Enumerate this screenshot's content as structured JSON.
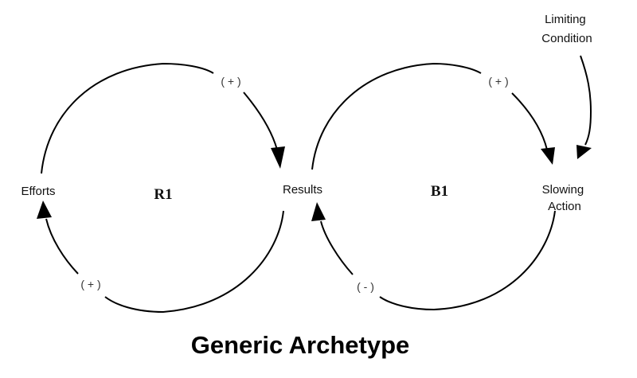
{
  "title": "Generic Archetype",
  "loops": [
    {
      "id": "R1",
      "type": "reinforcing"
    },
    {
      "id": "B1",
      "type": "balancing"
    }
  ],
  "nodes": {
    "efforts": [
      "Efforts"
    ],
    "results": [
      "Results"
    ],
    "slowing_action": [
      "Slowing",
      "Action"
    ],
    "limiting_condition": [
      "Limiting",
      "Condition"
    ]
  },
  "links": [
    {
      "from": "Efforts",
      "to": "Results",
      "polarity": "( + )",
      "loop": "R1"
    },
    {
      "from": "Results",
      "to": "Efforts",
      "polarity": "( + )",
      "loop": "R1"
    },
    {
      "from": "Results",
      "to": "Slowing Action",
      "polarity": "( + )",
      "loop": "B1"
    },
    {
      "from": "Slowing Action",
      "to": "Results",
      "polarity": "( - )",
      "loop": "B1"
    },
    {
      "from": "Limiting Condition",
      "to": "Slowing Action",
      "polarity": "",
      "loop": ""
    }
  ]
}
